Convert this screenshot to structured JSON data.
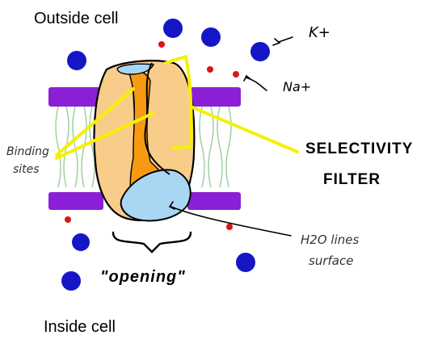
{
  "labels": {
    "outside": "Outside cell",
    "inside": "Inside cell",
    "potassium": "K+",
    "sodium": "Na+",
    "binding_line1": "Binding",
    "binding_line2": "sites",
    "selectivity_line1": "SELECTIVITY",
    "selectivity_line2": "FILTER",
    "water_line1": "H2O lines",
    "water_line2": "surface",
    "opening": "\"opening\""
  },
  "colors": {
    "membrane": "#8a1fd6",
    "channel": "#f8cd8a",
    "channel_core": "#f79a12",
    "water": "#a9d6f3",
    "potassium_ion": "#1616c6",
    "sodium_ion": "#d51818",
    "filter_highlight": "#f4f100",
    "lipid_tails": "#9acd9a"
  }
}
